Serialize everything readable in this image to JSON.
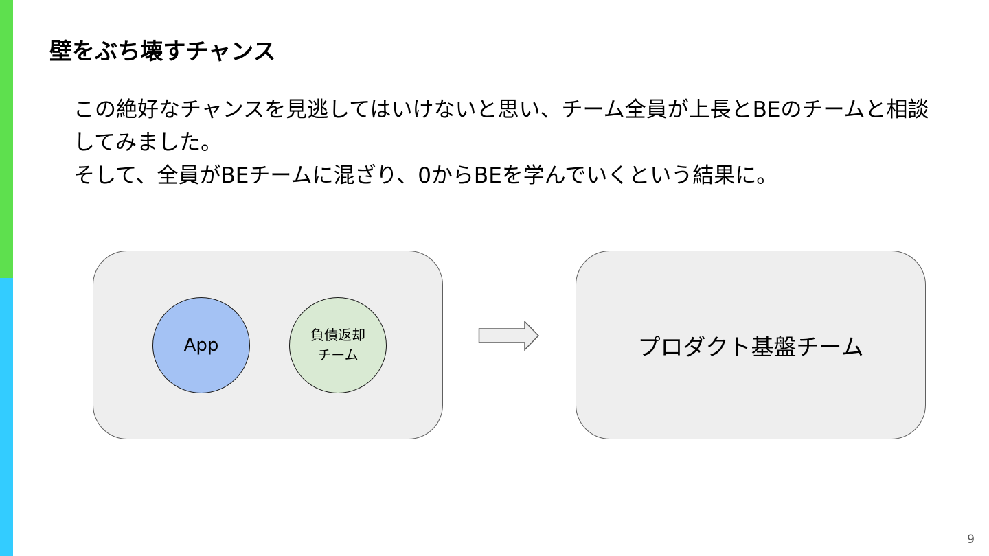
{
  "slide": {
    "title": "壁をぶち壊すチャンス",
    "body": {
      "paragraph1": "この絶好なチャンスを見逃してはいけないと思い、チーム全員が上長とBEのチームと相談してみました。",
      "paragraph2": "そして、全員がBEチームに混ざり、0からBEを学んでいくという結果に。"
    },
    "page_number": "9"
  },
  "diagram": {
    "before_group": {
      "circles": [
        {
          "label": "App",
          "color": "#a4c2f4"
        },
        {
          "label": "負債返却チーム",
          "color": "#d9ead3"
        }
      ]
    },
    "after_group": {
      "label": "プロダクト基盤チーム"
    },
    "arrow": {
      "direction": "right"
    }
  },
  "colors": {
    "accent_bar_top": "#5ee04e",
    "accent_bar_bottom": "#33ccff",
    "box_fill": "#eeeeee",
    "box_border": "#5f5f5f"
  }
}
